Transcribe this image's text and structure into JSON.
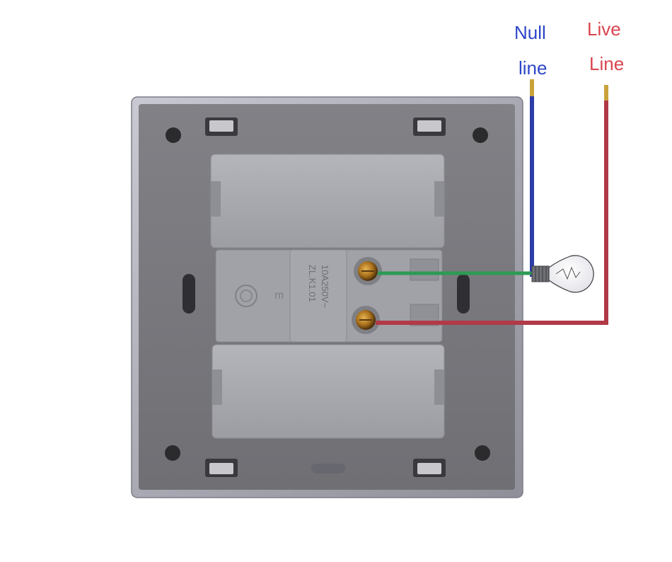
{
  "labels": {
    "null_line": [
      "Null",
      "line"
    ],
    "live_line": [
      "Live",
      "Line"
    ]
  },
  "switch_marking": [
    "10A250V~",
    "ZL.K1.01"
  ],
  "switch_letter": "m",
  "colors": {
    "null_wire": "#2c3da8",
    "live_wire": "#b03a48",
    "load_wire": "#2e9a55",
    "null_label": "#2d47c8",
    "live_label": "#d9454f",
    "plate": "#7a7a7e",
    "plate_frame": "#b8b8c2",
    "module": "#a7a8ad",
    "terminal": "#c08a28"
  },
  "icons": {
    "lamp": "light-bulb-icon",
    "terminal": "screw-terminal-icon",
    "certification": "certification-mark-icon"
  }
}
